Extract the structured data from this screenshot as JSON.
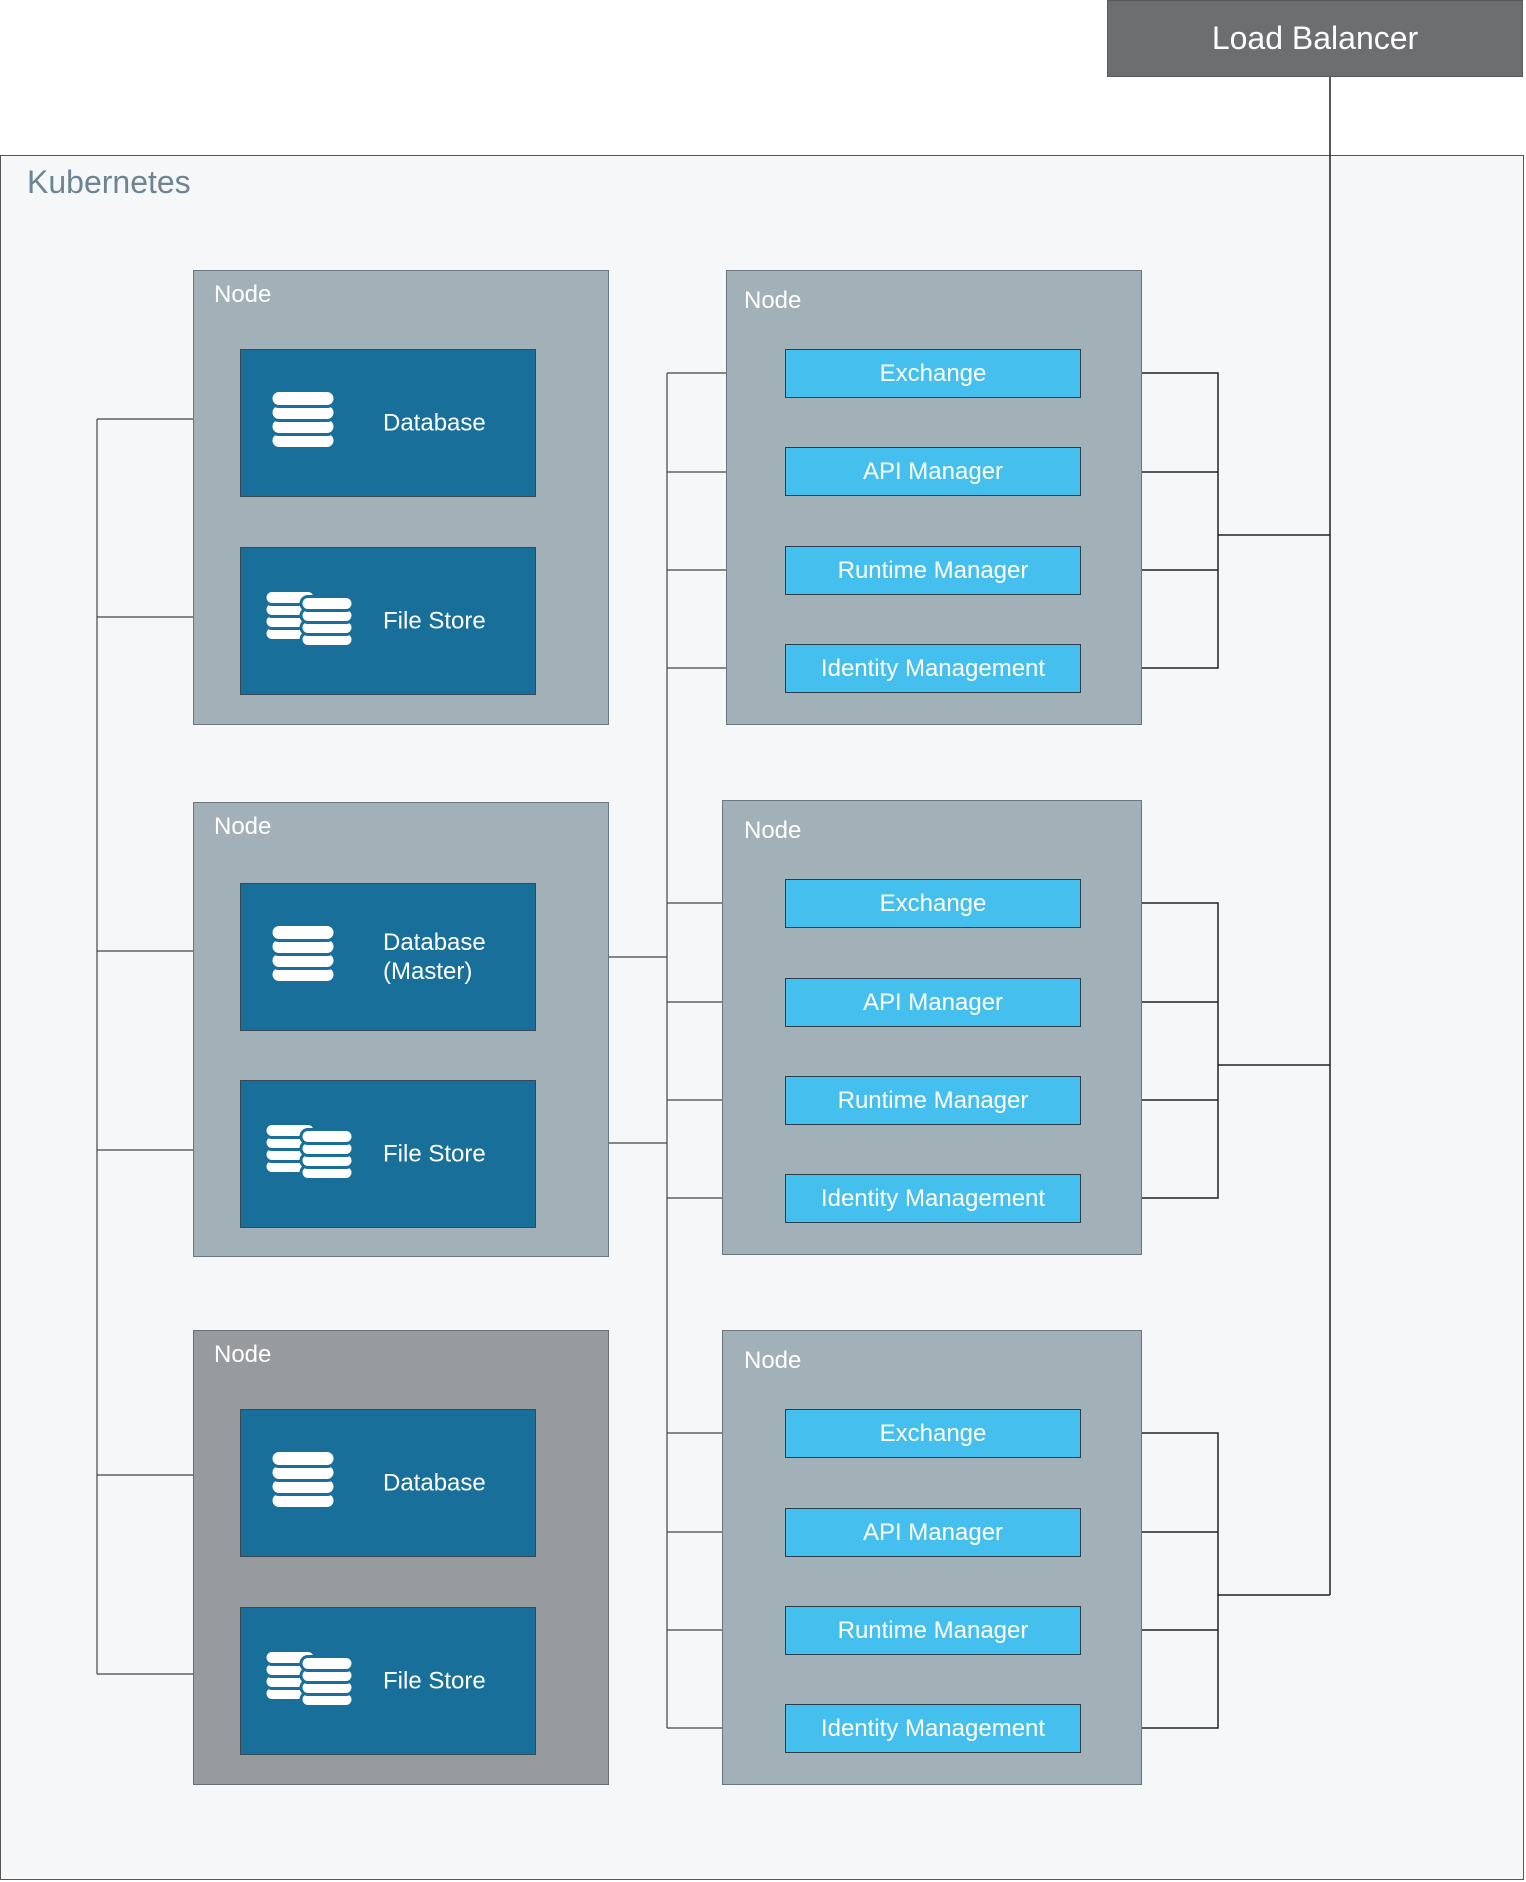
{
  "load_balancer": {
    "label": "Load Balancer"
  },
  "cluster": {
    "label": "Kubernetes"
  },
  "data_nodes": [
    {
      "label": "Node",
      "database": "Database",
      "file_store": "File Store"
    },
    {
      "label": "Node",
      "database": "Database\n(Master)",
      "file_store": "File Store"
    },
    {
      "label": "Node",
      "database": "Database",
      "file_store": "File Store"
    }
  ],
  "service_nodes": [
    {
      "label": "Node",
      "services": [
        "Exchange",
        "API Manager",
        "Runtime Manager",
        "Identity Management"
      ]
    },
    {
      "label": "Node",
      "services": [
        "Exchange",
        "API Manager",
        "Runtime Manager",
        "Identity Management"
      ]
    },
    {
      "label": "Node",
      "services": [
        "Exchange",
        "API Manager",
        "Runtime Manager",
        "Identity Management"
      ]
    }
  ],
  "icons": {
    "database": "database-stack-icon",
    "file_store": "double-stack-icon"
  },
  "colors": {
    "load_balancer": "#6d6e70",
    "cluster_bg": "#f6f7f9",
    "node_bg": "#a2b0b8",
    "node_inactive_bg": "#989b9e",
    "store_bg": "#186f9a",
    "service_bg": "#45c0ee"
  }
}
